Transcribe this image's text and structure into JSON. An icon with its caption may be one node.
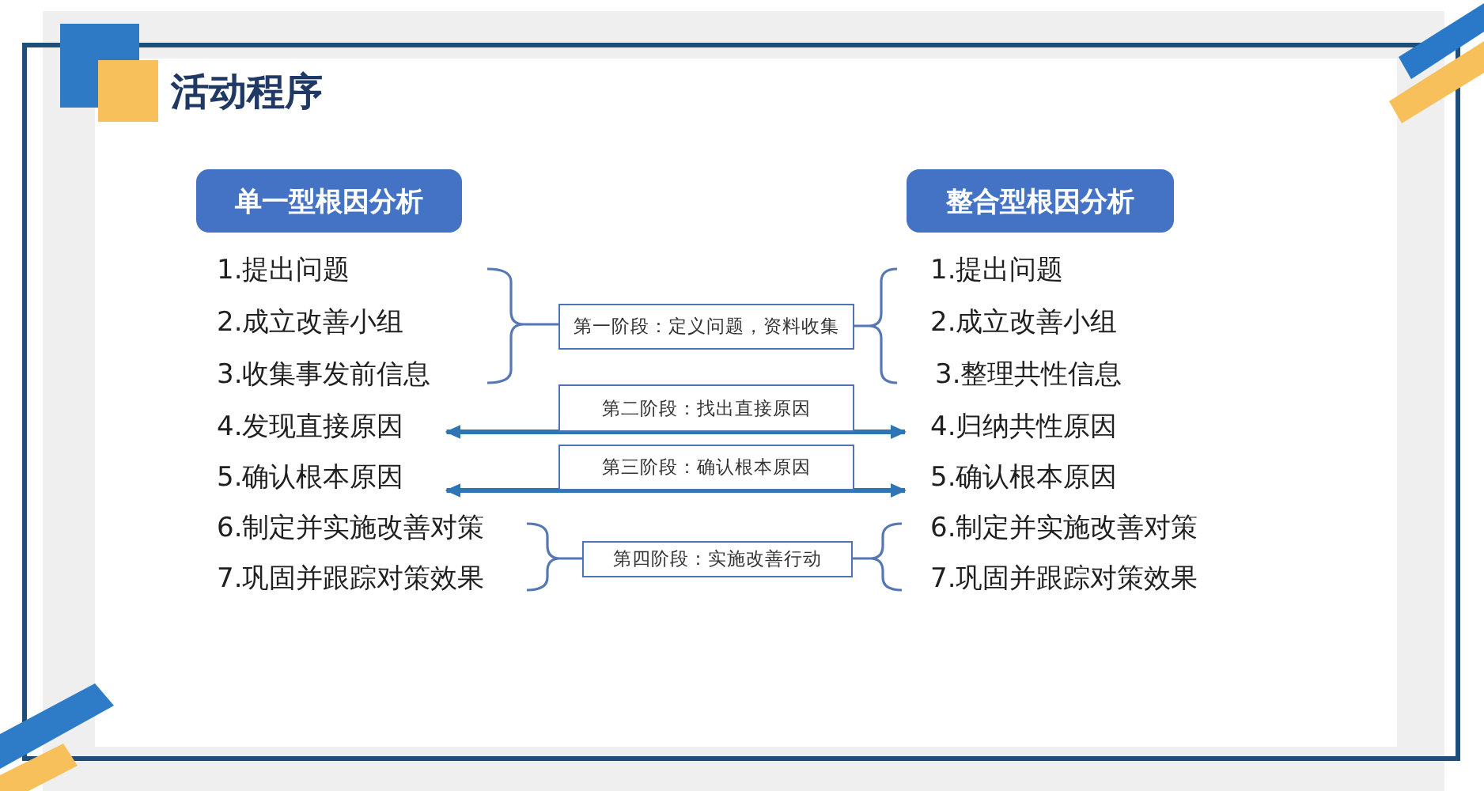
{
  "diagram": {
    "title": "活动程序",
    "nodes": [
      {
        "text": [
          "单一型根因分析"
        ]
      },
      {
        "text": [
          "整合型根因分析"
        ]
      },
      {
        "text": [
          "1.提出问题"
        ]
      },
      {
        "text": [
          "2.成立改善小组"
        ]
      },
      {
        "text": [
          "3.收集事发前信息"
        ]
      },
      {
        "text": [
          "4.发现直接原因"
        ]
      },
      {
        "text": [
          "5.确认根本原因"
        ]
      },
      {
        "text": [
          "6.制定并实施改善对策"
        ]
      },
      {
        "text": [
          "7.巩固并跟踪对策效果"
        ]
      },
      {
        "text": [
          "1.提出问题"
        ]
      },
      {
        "text": [
          "2.成立改善小组"
        ]
      },
      {
        "text": [
          "3.整理共性信息"
        ]
      },
      {
        "text": [
          "4.归纳共性原因"
        ]
      },
      {
        "text": [
          "5.确认根本原因"
        ]
      },
      {
        "text": [
          "6.制定并实施改善对策"
        ]
      },
      {
        "text": [
          "7.巩固并跟踪对策效果"
        ]
      },
      {
        "text": [
          "第一阶段：定义问题，资料收集"
        ]
      },
      {
        "text": [
          "第二阶段：找出直接原因"
        ]
      },
      {
        "text": [
          "第三阶段：确认根本原因"
        ]
      },
      {
        "text": [
          "第四阶段：实施改善行动"
        ]
      }
    ],
    "edges": [
      {
        "from": 5,
        "to": 12,
        "arrow": "both"
      },
      {
        "from": 6,
        "to": 13,
        "arrow": "both"
      }
    ]
  }
}
